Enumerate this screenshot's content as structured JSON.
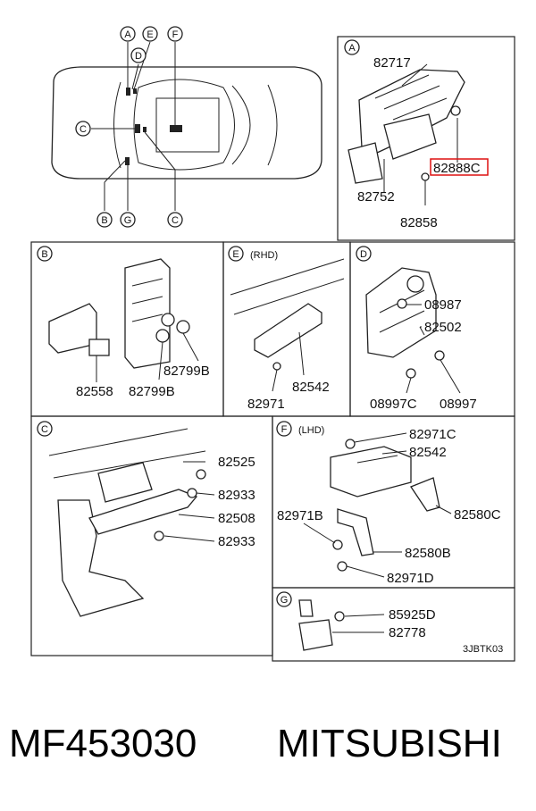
{
  "overview": {
    "callouts_top": [
      "A",
      "E",
      "D",
      "F"
    ],
    "callouts_left": "C",
    "callouts_bottom": [
      "B",
      "G",
      "C"
    ]
  },
  "panels": {
    "A": {
      "letter": "A",
      "parts": [
        "82717",
        "82888C",
        "82752",
        "82858"
      ],
      "highlighted": "82888C"
    },
    "B": {
      "letter": "B",
      "parts": [
        "82558",
        "82799B",
        "82799B"
      ]
    },
    "E": {
      "letter": "E",
      "qualifier": "(RHD)",
      "parts": [
        "82542",
        "82971"
      ]
    },
    "D": {
      "letter": "D",
      "parts": [
        "08987",
        "82502",
        "08997C",
        "08997"
      ]
    },
    "C": {
      "letter": "C",
      "parts": [
        "82525",
        "82933",
        "82508",
        "82933"
      ]
    },
    "F": {
      "letter": "F",
      "qualifier": "(LHD)",
      "parts": [
        "82971C",
        "82542",
        "82971B",
        "82580C",
        "82580B",
        "82971D"
      ]
    },
    "G": {
      "letter": "G",
      "parts": [
        "85925D",
        "82778"
      ]
    }
  },
  "drawing_code": "3JBTK03",
  "footer": {
    "part_number": "MF453030",
    "brand": "MITSUBISHI"
  },
  "colors": {
    "line": "#222222",
    "highlight": "#d11111"
  }
}
